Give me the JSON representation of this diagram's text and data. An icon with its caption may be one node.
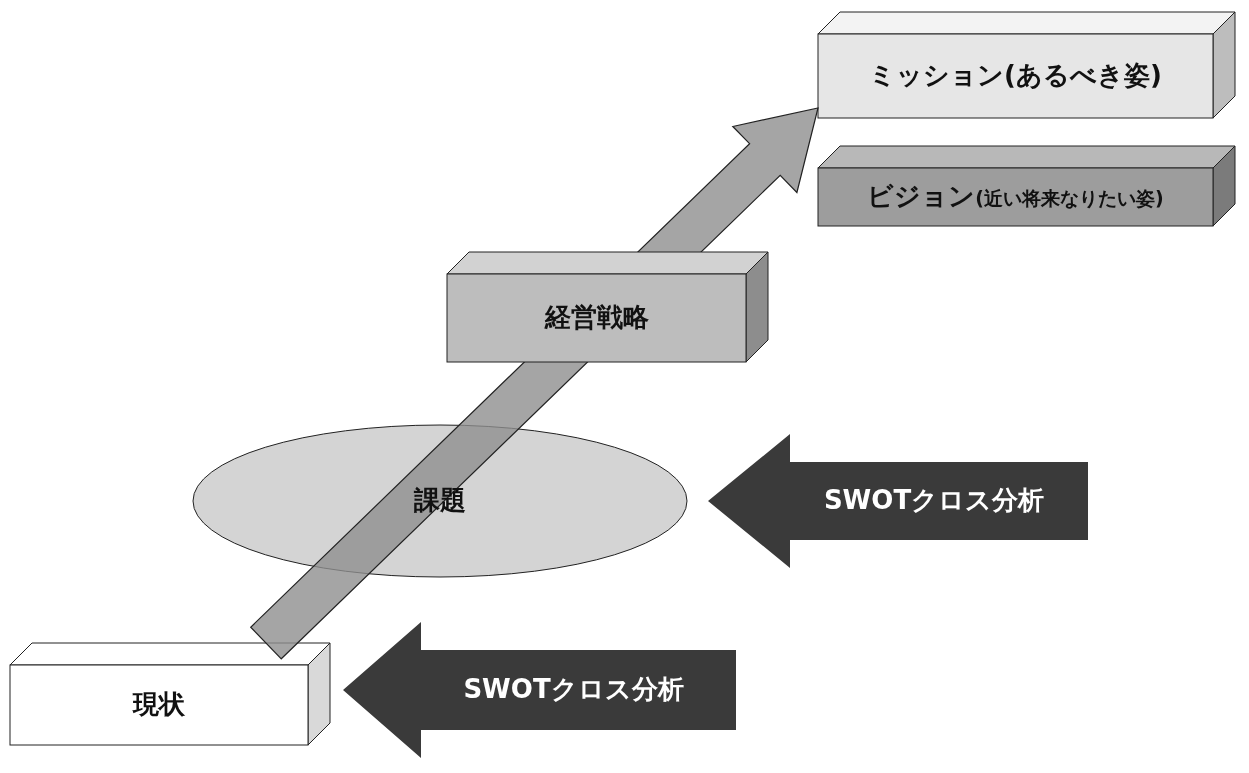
{
  "diagram": {
    "nodes": [
      {
        "text": [
          "ミッション(あるべき姿)"
        ]
      },
      {
        "text": [
          "ビジョン",
          "(近い将来なりたい姿)"
        ]
      },
      {
        "text": [
          "経営戦略"
        ]
      },
      {
        "text": [
          "課題"
        ]
      },
      {
        "text": [
          "SWOTクロス分析"
        ]
      },
      {
        "text": [
          "現状"
        ]
      },
      {
        "text": [
          "SWOTクロス分析"
        ]
      }
    ],
    "edges": [
      {
        "from": 5,
        "to": 0,
        "arrow": "to"
      }
    ]
  }
}
